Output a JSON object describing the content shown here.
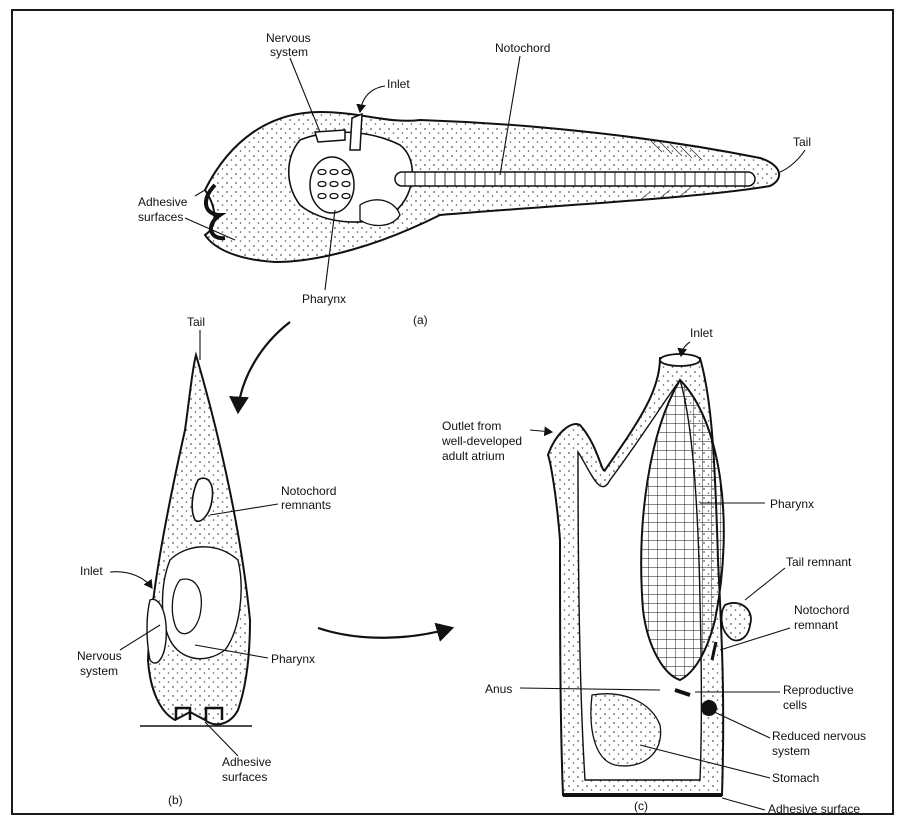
{
  "labels": {
    "a": {
      "nervous_system_1": "Nervous",
      "nervous_system_2": "system",
      "inlet": "Inlet",
      "notochord": "Notochord",
      "tail": "Tail",
      "adhesive_1": "Adhesive",
      "adhesive_2": "surfaces",
      "pharynx": "Pharynx",
      "panel": "(a)"
    },
    "b": {
      "tail": "Tail",
      "notochord_1": "Notochord",
      "notochord_2": "remnants",
      "inlet": "Inlet",
      "nervous_1": "Nervous",
      "nervous_2": "system",
      "pharynx": "Pharynx",
      "adhesive_1": "Adhesive",
      "adhesive_2": "surfaces",
      "panel": "(b)"
    },
    "c": {
      "inlet": "Inlet",
      "outlet_1": "Outlet from",
      "outlet_2": "well-developed",
      "outlet_3": "adult atrium",
      "pharynx": "Pharynx",
      "tail_remnant": "Tail remnant",
      "notochord_1": "Notochord",
      "notochord_2": "remnant",
      "anus": "Anus",
      "repro_1": "Reproductive",
      "repro_2": "cells",
      "nervous_1": "Reduced nervous",
      "nervous_2": "system",
      "stomach": "Stomach",
      "adhesive": "Adhesive surface",
      "panel": "(c)"
    }
  },
  "colors": {
    "ink": "#111111",
    "stipple": "#444444",
    "background": "#ffffff"
  }
}
